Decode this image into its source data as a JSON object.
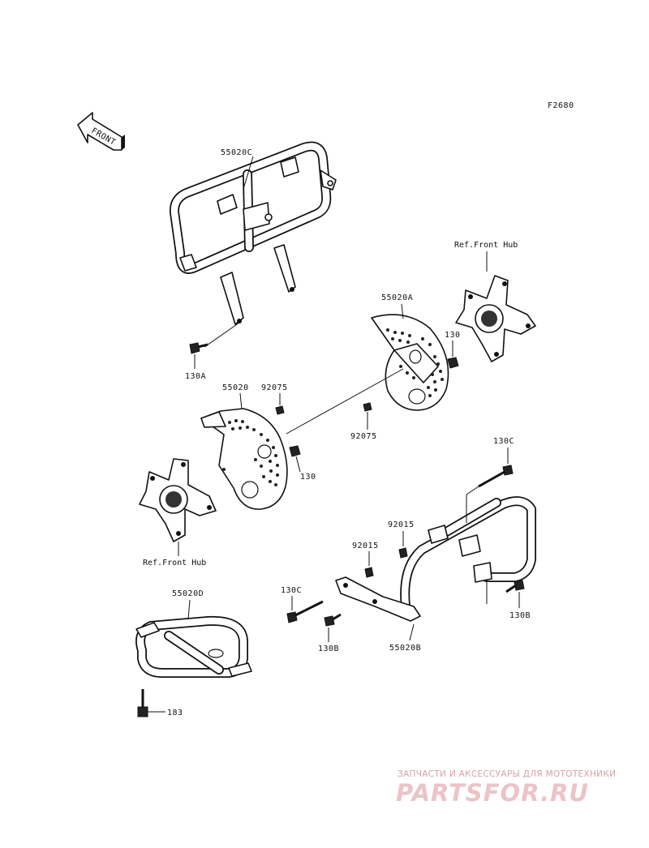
{
  "diagram_code": "F2680",
  "front_label": "FRONT",
  "ref_hub_right": "Ref.Front Hub",
  "ref_hub_left": "Ref.Front Hub",
  "labels": {
    "p55020C": "55020C",
    "p55020A": "55020A",
    "p55020": "55020",
    "p55020D": "55020D",
    "p55020B": "55020B",
    "p130A": "130A",
    "p130_right": "130",
    "p130_left": "130",
    "p130C_top": "130C",
    "p130C_left": "130C",
    "p130B_right": "130B",
    "p130B_left": "130B",
    "p92075_top": "92075",
    "p92075_bottom": "92075",
    "p92015_top": "92015",
    "p92015_mid": "92015",
    "p183": "183"
  },
  "watermark": {
    "tagline": "ЗАПЧАСТИ И АКСЕССУАРЫ ДЛЯ МОТОТЕХНИКИ",
    "site": "PARTSFOR.RU"
  }
}
